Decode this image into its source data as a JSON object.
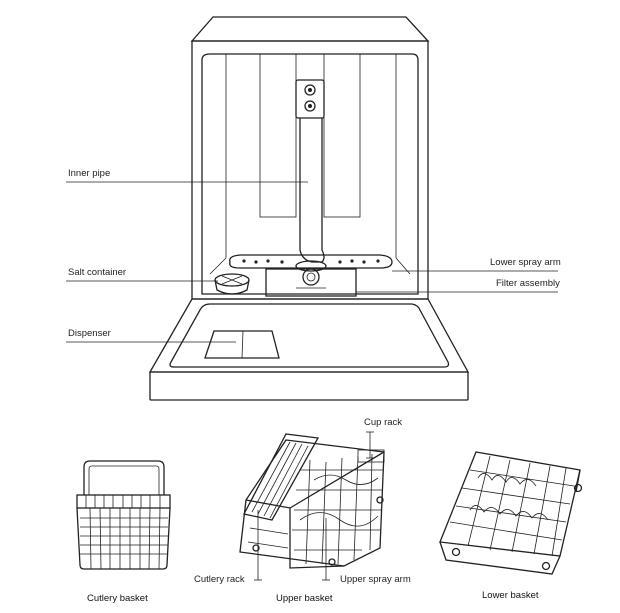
{
  "labels": {
    "inner_pipe": "Inner pipe",
    "salt_container": "Salt container",
    "dispenser": "Dispenser",
    "lower_spray_arm": "Lower spray arm",
    "filter_assembly": "Filter assembly",
    "cup_rack": "Cup rack",
    "cutlery_rack": "Cutlery rack",
    "upper_spray_arm": "Upper spray arm"
  },
  "captions": {
    "cutlery_basket": "Cutlery basket",
    "upper_basket": "Upper basket",
    "lower_basket": "Lower basket"
  }
}
